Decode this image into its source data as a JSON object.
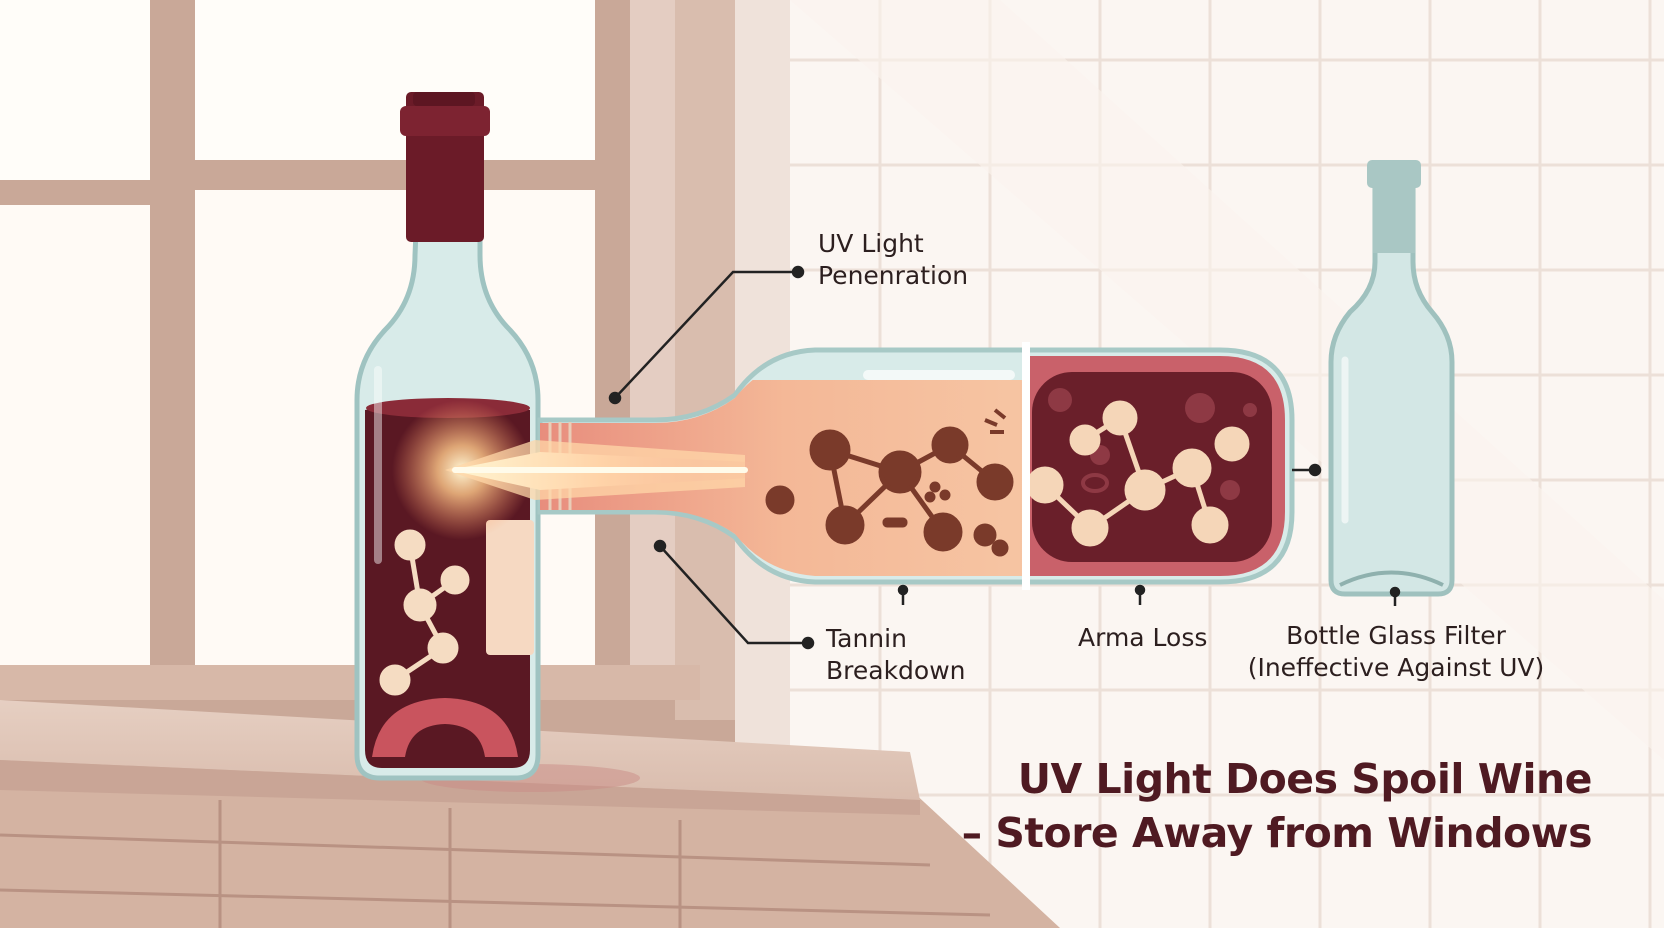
{
  "labels": {
    "uv_light": [
      "UV Light",
      "Penenration"
    ],
    "tannin": [
      "Tannin",
      "Breakdown"
    ],
    "aroma": [
      "Arma Loss"
    ],
    "bottle_glass": [
      "Bottle Glass Filter",
      "(Ineffective Against UV)"
    ]
  },
  "title": {
    "line1": "UV Light Does Spoil Wine",
    "line2": "– Store Away from Windows"
  },
  "colors": {
    "wine": "#5c1a24",
    "cap": "#7a1f2c",
    "glass": "#cfe4e2",
    "beam": "#fff2c8",
    "molecule": "#8a4330",
    "title": "#4f1a22"
  }
}
